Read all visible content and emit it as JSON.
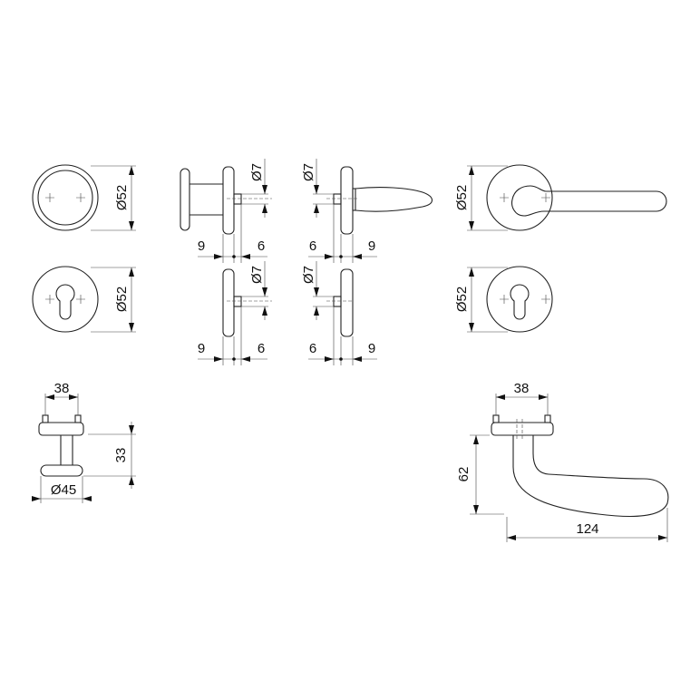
{
  "drawing": {
    "rosette_round": {
      "diameter": "Ø52"
    },
    "rosette_keyhole_left": {
      "diameter": "Ø52"
    },
    "knob_side": {
      "spindle": "Ø7",
      "left": "9",
      "right": "6"
    },
    "keyhole_side_left": {
      "spindle": "Ø7",
      "left": "9",
      "right": "6"
    },
    "lever_side": {
      "spindle": "Ø7",
      "left": "6",
      "right": "9"
    },
    "keyhole_side_right": {
      "spindle": "Ø7",
      "left": "6",
      "right": "9"
    },
    "lever_front": {
      "diameter": "Ø52"
    },
    "rosette_keyhole_right": {
      "diameter": "Ø52"
    },
    "knob_profile": {
      "pin_spacing": "38",
      "height": "33",
      "diameter": "Ø45"
    },
    "lever_profile": {
      "pin_spacing": "38",
      "height": "62",
      "length": "124"
    }
  }
}
